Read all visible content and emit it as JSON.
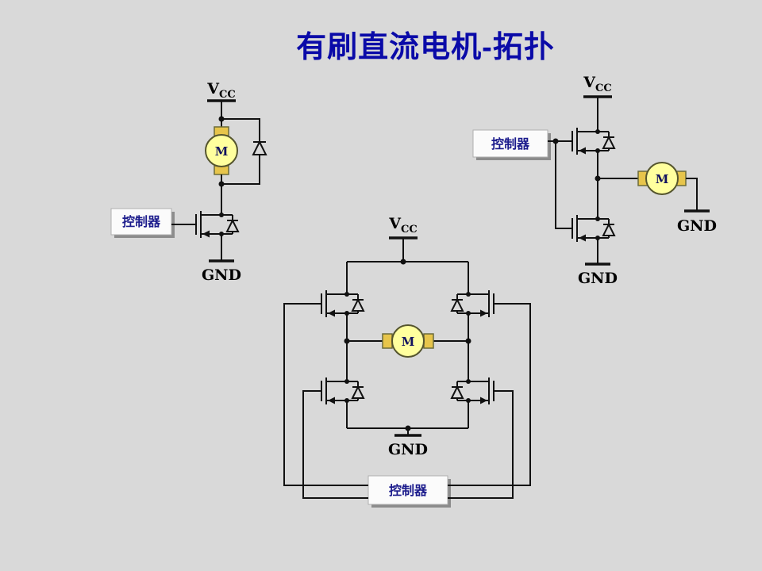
{
  "title": "有刷直流电机-拓扑",
  "labels": {
    "vcc": "V",
    "vcc_sub": "CC",
    "gnd": "GND",
    "motor": "M",
    "controller": "控制器"
  },
  "colors": {
    "background": "#d9d9d9",
    "title": "#0a0aa8",
    "wire": "#111111",
    "motor_fill": "#ffff9e",
    "motor_tab": "#e7c54b",
    "controller_text": "#1b1b8c",
    "controller_box": "#fbfbfb"
  }
}
